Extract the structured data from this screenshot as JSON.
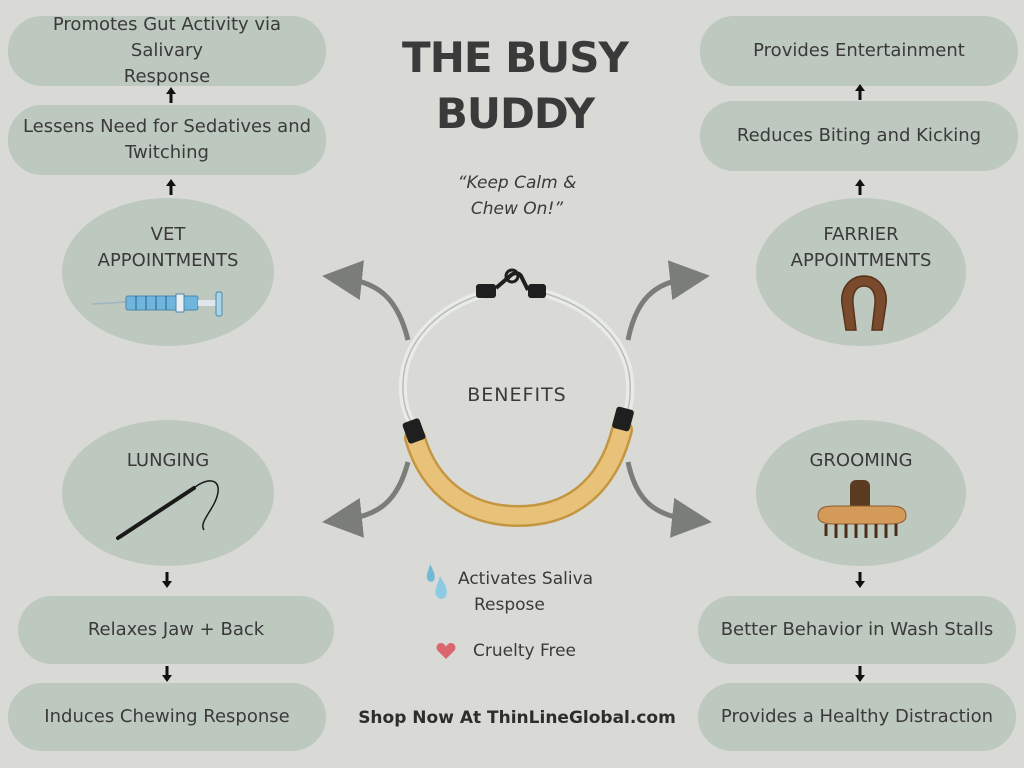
{
  "title_line1": "THE BUSY",
  "title_line2": "BUDDY",
  "tagline_line1": "“Keep Calm &",
  "tagline_line2": "Chew On!”",
  "center_label": "BENEFITS",
  "hubs": {
    "vet": {
      "line1": "VET",
      "line2": "APPOINTMENTS",
      "icon": "syringe-icon"
    },
    "farrier": {
      "line1": "FARRIER",
      "line2": "APPOINTMENTS",
      "icon": "horseshoe-icon"
    },
    "lunging": {
      "label": "LUNGING",
      "icon": "whip-icon"
    },
    "grooming": {
      "label": "GROOMING",
      "icon": "brush-icon"
    }
  },
  "vet_chain": [
    {
      "line1": "Promotes Gut Activity via Salivary",
      "line2": "Response"
    },
    {
      "line1": "Lessens Need for Sedatives and",
      "line2": "Twitching"
    }
  ],
  "farrier_chain": [
    {
      "label": "Provides Entertainment"
    },
    {
      "label": "Reduces Biting and Kicking"
    }
  ],
  "lunging_chain": [
    {
      "label": "Relaxes Jaw + Back"
    },
    {
      "label": "Induces Chewing Response"
    }
  ],
  "grooming_chain": [
    {
      "label": "Better Behavior in Wash Stalls"
    },
    {
      "label": "Provides a Healthy Distraction"
    }
  ],
  "features": [
    {
      "line1": "Activates Saliva",
      "line2": "Respose",
      "icon": "water-drop-icon"
    },
    {
      "label": "Cruelty Free",
      "icon": "heart-icon"
    }
  ],
  "shop_text": "Shop Now At ThinLineGlobal.com",
  "colors": {
    "background": "#d9dad6",
    "pill": "#bdc8bf",
    "curve_arrow": "#7b7d79",
    "tube": "#e9c27a",
    "heart": "#d9676d",
    "drop": "#6fb8d6"
  }
}
